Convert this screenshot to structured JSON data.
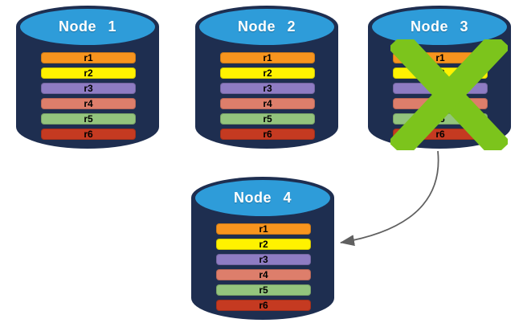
{
  "palette": {
    "background": "#ffffff",
    "cylinder_body": "#1E2E50",
    "cylinder_top": "#2E9CD9",
    "x_mark": "#7CC41C",
    "arrow": "#606060"
  },
  "nodes": [
    {
      "name": "Node 1",
      "rows": [
        {
          "label": "r1",
          "color": "#F7941E"
        },
        {
          "label": "r2",
          "color": "#FFF200"
        },
        {
          "label": "r3",
          "color": "#8E7CC3"
        },
        {
          "label": "r4",
          "color": "#DD7E6B"
        },
        {
          "label": "r5",
          "color": "#93C47D"
        },
        {
          "label": "r6",
          "color": "#C53A21"
        }
      ]
    },
    {
      "name": "Node 2",
      "rows": [
        {
          "label": "r1",
          "color": "#F7941E"
        },
        {
          "label": "r2",
          "color": "#FFF200"
        },
        {
          "label": "r3",
          "color": "#8E7CC3"
        },
        {
          "label": "r4",
          "color": "#DD7E6B"
        },
        {
          "label": "r5",
          "color": "#93C47D"
        },
        {
          "label": "r6",
          "color": "#C53A21"
        }
      ]
    },
    {
      "name": "Node 3",
      "failed": true,
      "rows": [
        {
          "label": "r1",
          "color": "#F7941E"
        },
        {
          "label": "r2",
          "color": "#FFF200"
        },
        {
          "label": "r3",
          "color": "#8E7CC3"
        },
        {
          "label": "r4",
          "color": "#DD7E6B"
        },
        {
          "label": "r5",
          "color": "#93C47D"
        },
        {
          "label": "r6",
          "color": "#C53A21"
        }
      ]
    },
    {
      "name": "Node 4",
      "rows": [
        {
          "label": "r1",
          "color": "#F7941E"
        },
        {
          "label": "r2",
          "color": "#FFF200"
        },
        {
          "label": "r3",
          "color": "#8E7CC3"
        },
        {
          "label": "r4",
          "color": "#DD7E6B"
        },
        {
          "label": "r5",
          "color": "#93C47D"
        },
        {
          "label": "r6",
          "color": "#C53A21"
        }
      ]
    }
  ],
  "arrow": {
    "from": "Node 3",
    "to": "Node 4"
  }
}
